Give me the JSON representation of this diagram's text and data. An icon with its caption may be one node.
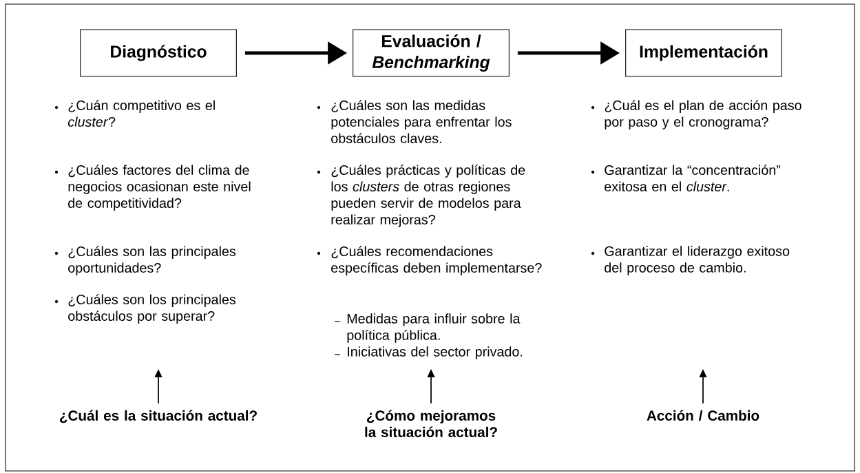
{
  "diagram": {
    "nodes": [
      {
        "text": [
          "Diagnóstico"
        ]
      },
      {
        "text": [
          "Evaluación / *Benchmarking*"
        ]
      },
      {
        "text": [
          "Implementación"
        ]
      },
      {
        "text": [
          "¿Cuál es la situación actual?"
        ]
      },
      {
        "text": [
          "¿Cómo mejoramos la situación actual?"
        ]
      },
      {
        "text": [
          "Acción / Cambio"
        ]
      }
    ],
    "edges": [
      {
        "from": 0,
        "to": 1,
        "arrow": "to",
        "style": "thick"
      },
      {
        "from": 1,
        "to": 2,
        "arrow": "to",
        "style": "thick"
      },
      {
        "from": 3,
        "to": null,
        "arrow": "to"
      },
      {
        "from": 4,
        "to": null,
        "arrow": "to"
      },
      {
        "from": 5,
        "to": null,
        "arrow": "to"
      }
    ],
    "labels": [
      "¿Cuán competitivo es el *cluster*?",
      "¿Cuáles factores del clima de negocios ocasionan este nivel de competitividad?",
      "¿Cuáles son las principales oportunidades?",
      "¿Cuáles son los principales obstáculos por superar?",
      "¿Cuáles son las medidas potenciales para enfrentar los obstáculos claves.",
      "¿Cuáles prácticas y políticas de los *clusters* de otras regiones pueden servir de modelos para realizar mejoras?",
      "¿Cuáles recomendaciones específicas deben implementarse?",
      "Medidas para influir sobre la política pública.",
      "Iniciativas del sector privado.",
      "¿Cuál es el plan de acción paso por paso y el cronograma?",
      "Garantizar la “concentración” exitosa en el *cluster*.",
      "Garantizar el liderazgo exitoso del proceso de cambio."
    ]
  }
}
